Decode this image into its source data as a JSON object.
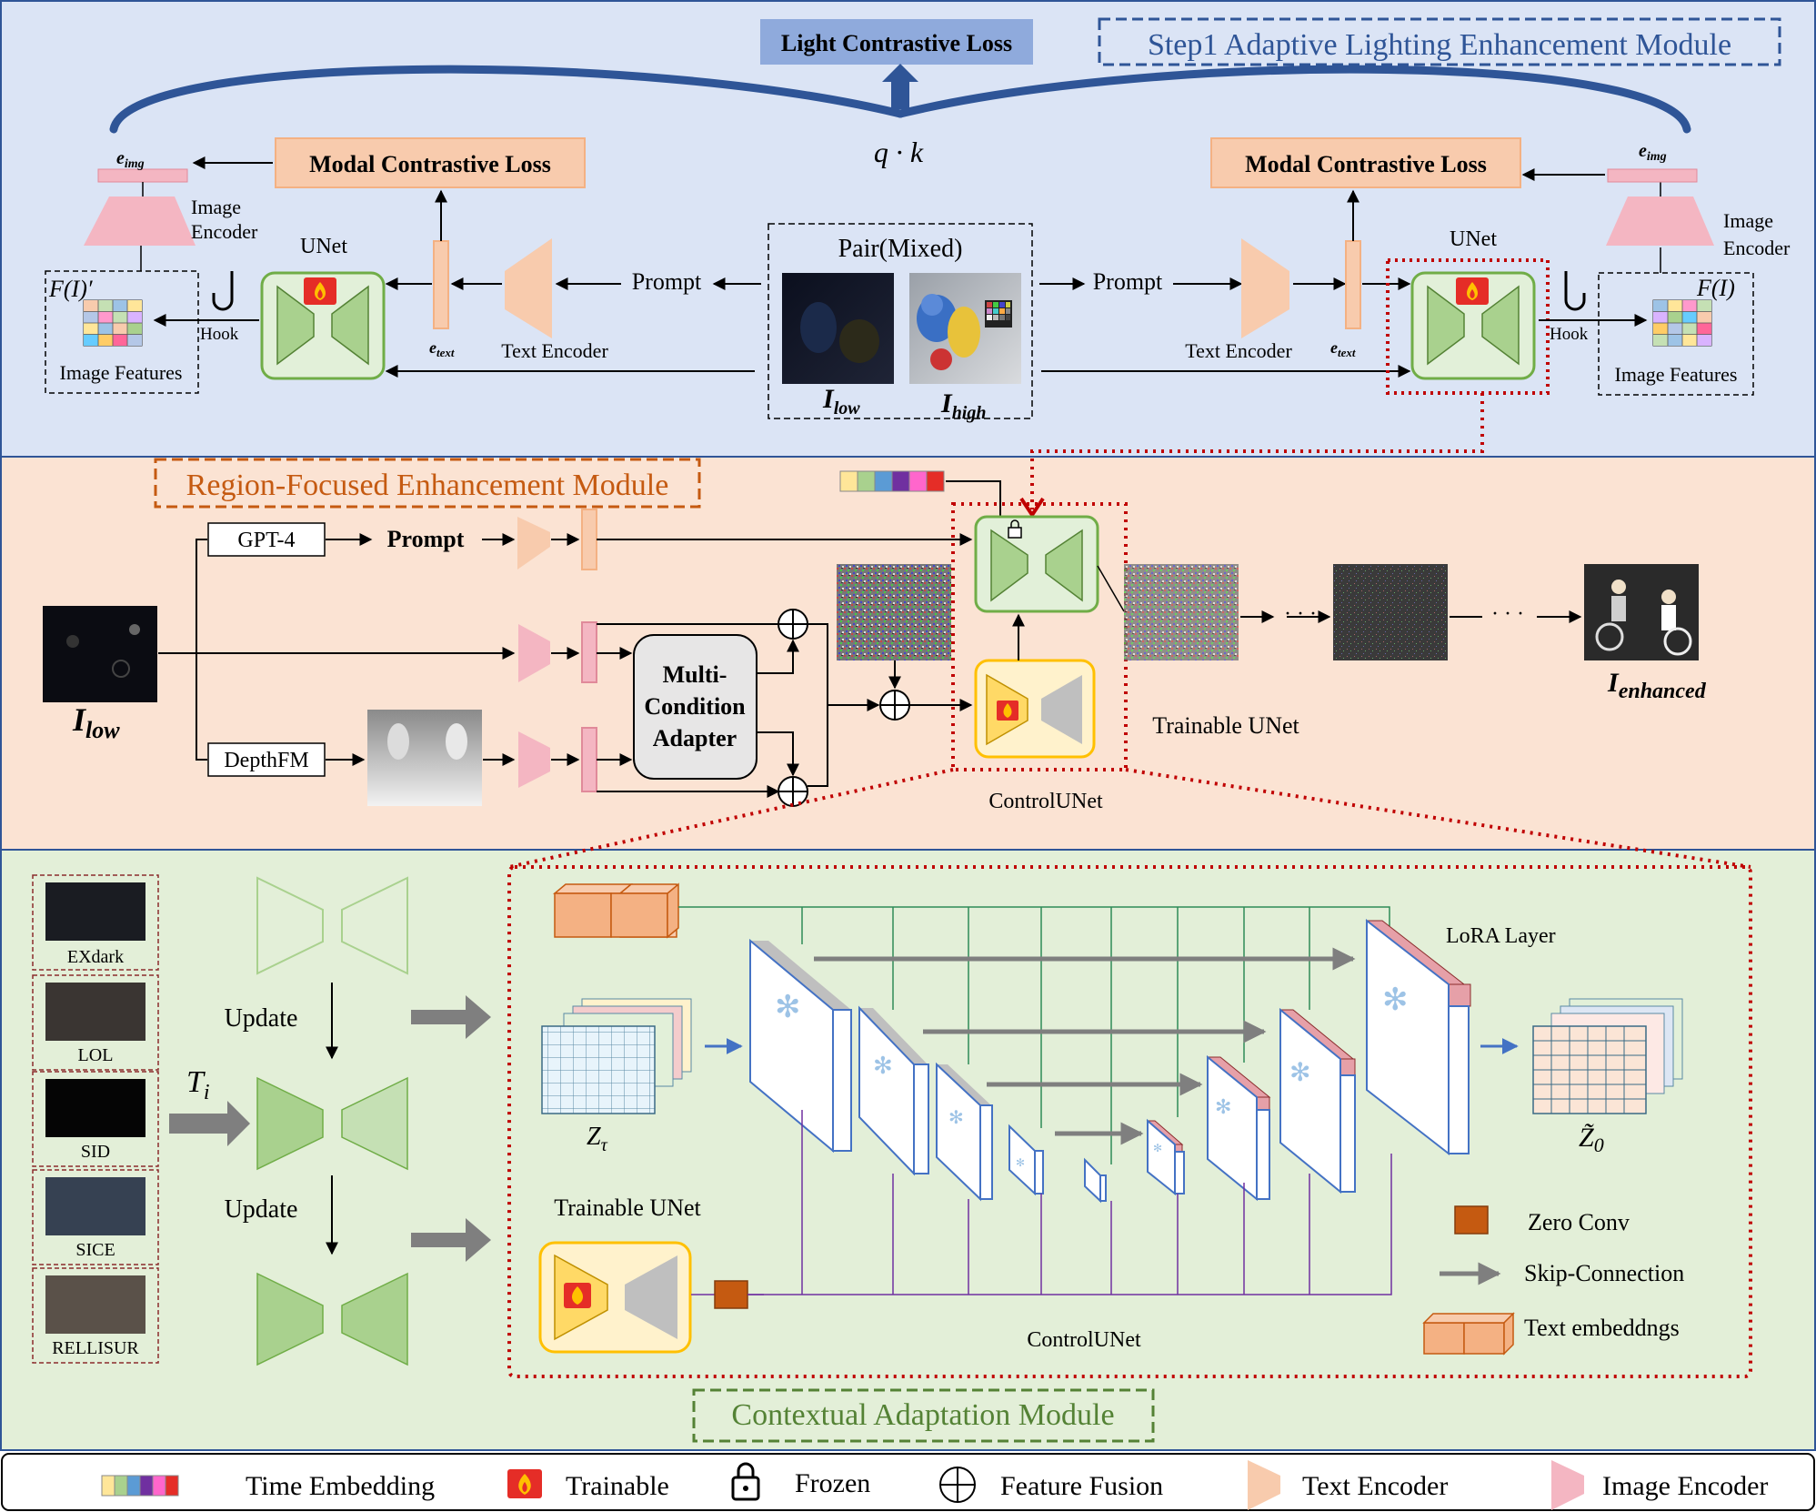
{
  "colors": {
    "step1_bg": "#dbe4f5",
    "region_bg": "#fbe3d3",
    "context_bg": "#e3efd8",
    "blue_arc": "#2f5597",
    "loss_orange": "#f8cbad",
    "pink": "#f4b6c2",
    "unet_green": "#a9d18e",
    "dotted_red": "#c00000",
    "zero_conv": "#c55a11",
    "control_yellow": "#fff2cc"
  },
  "step1": {
    "title": "Step1 Adaptive Lighting Enhancement Module",
    "light_loss": "Light Contrastive Loss",
    "qk": "q · k",
    "modal_loss_left": "Modal Contrastive Loss",
    "modal_loss_right": "Modal Contrastive Loss",
    "e_img": "e",
    "e_img_sub": "img",
    "e_text": "e",
    "e_text_sub": "text",
    "image_encoder": "Image Encoder",
    "image_encoder_l1": "Image",
    "image_encoder_l2": "Encoder",
    "unet": "UNet",
    "prompt": "Prompt",
    "text_encoder": "Text Encoder",
    "hook": "Hook",
    "image_features": "Image Features",
    "f_prime": "F(I)′",
    "f": "F(I)",
    "pair": "Pair(Mixed)",
    "i": "I",
    "low": "low",
    "high": "high"
  },
  "region": {
    "title": "Region-Focused Enhancement Module",
    "gpt4": "GPT-4",
    "prompt": "Prompt",
    "depthfm": "DepthFM",
    "adapter_l1": "Multi-",
    "adapter_l2": "Condition",
    "adapter_l3": "Adapter",
    "i": "I",
    "low": "low",
    "enhanced": "enhanced",
    "trainable_unet": "Trainable  UNet",
    "control_unet": "ControlUNet",
    "dots": "· · ·"
  },
  "context": {
    "title": "Contextual Adaptation Module",
    "datasets": [
      "EXdark",
      "LOL",
      "SID",
      "SICE",
      "RELLISUR"
    ],
    "update": "Update",
    "t": "T",
    "t_sub": "i",
    "lora": "LoRA Layer",
    "z_tau": "Z",
    "z_tau_sub": "τ",
    "z0": "Z̃",
    "z0_sub": "0",
    "trainable_unet": "Trainable  UNet",
    "control_unet": "ControlUNet",
    "zero_conv": "Zero Conv",
    "skip": "Skip-Connection",
    "text_emb": "Text embeddngs"
  },
  "legend": {
    "time_embedding": "Time Embedding",
    "trainable": "Trainable",
    "frozen": "Frozen",
    "feature_fusion": "Feature Fusion",
    "text_encoder": "Text Encoder",
    "image_encoder": "Image Encoder"
  }
}
